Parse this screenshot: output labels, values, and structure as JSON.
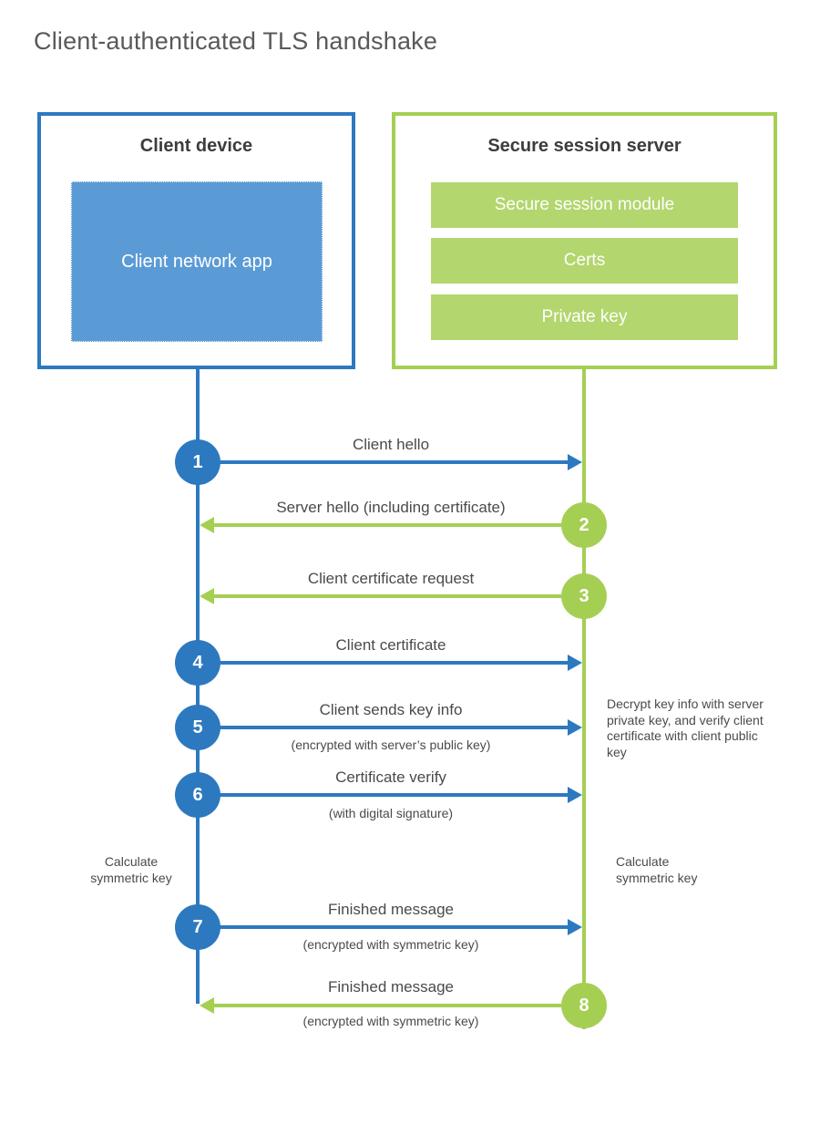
{
  "title": "Client-authenticated TLS handshake",
  "colors": {
    "blue": "#2d79c0",
    "blue_fill": "#5b9bd5",
    "green": "#a5cf53",
    "green_fill": "#b3d66e",
    "title_text": "#595959",
    "heading_text": "#3d3d3d",
    "label_text": "#4a4a4a"
  },
  "client_box": {
    "title": "Client device",
    "module": "Client network app"
  },
  "server_box": {
    "title": "Secure session server",
    "modules": [
      "Secure session module",
      "Certs",
      "Private key"
    ]
  },
  "steps": [
    {
      "number": "1",
      "label": "Client hello",
      "sublabel": "",
      "from": "client",
      "to": "server"
    },
    {
      "number": "2",
      "label": "Server hello (including certificate)",
      "sublabel": "",
      "from": "server",
      "to": "client"
    },
    {
      "number": "3",
      "label": "Client certificate request",
      "sublabel": "",
      "from": "server",
      "to": "client"
    },
    {
      "number": "4",
      "label": "Client certificate",
      "sublabel": "",
      "from": "client",
      "to": "server"
    },
    {
      "number": "5",
      "label": "Client sends key info",
      "sublabel": "(encrypted with server’s public key)",
      "from": "client",
      "to": "server"
    },
    {
      "number": "6",
      "label": "Certificate verify",
      "sublabel": "(with digital signature)",
      "from": "client",
      "to": "server"
    },
    {
      "number": "7",
      "label": "Finished message",
      "sublabel": "(encrypted with symmetric key)",
      "from": "client",
      "to": "server"
    },
    {
      "number": "8",
      "label": "Finished message",
      "sublabel": "(encrypted with symmetric key)",
      "from": "server",
      "to": "client"
    }
  ],
  "notes": {
    "decrypt": "Decrypt key info with server private key, and verify client certificate with client public key",
    "calculate_left": "Calculate symmetric key",
    "calculate_right": "Calculate symmetric key"
  }
}
